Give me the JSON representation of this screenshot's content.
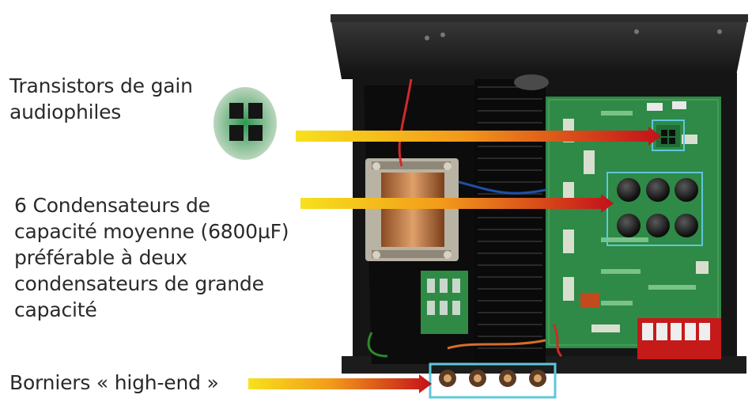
{
  "annotations": {
    "transistors": {
      "line1": "Transistors de gain",
      "line2": "audiophiles"
    },
    "capacitors": {
      "line1": "6 Condensateurs de",
      "line2": "capacité moyenne (6800µF)",
      "line3": "préférable à deux",
      "line4": "condensateurs de grande",
      "line5": "capacité"
    },
    "terminals": {
      "line1": "Borniers « high-end »"
    }
  },
  "colors": {
    "arrow_start": "#f7e11c",
    "arrow_end": "#c3101a",
    "highlight_frame": "#5fc7dc",
    "chassis": "#141414",
    "pcb": "#2e8a46"
  }
}
